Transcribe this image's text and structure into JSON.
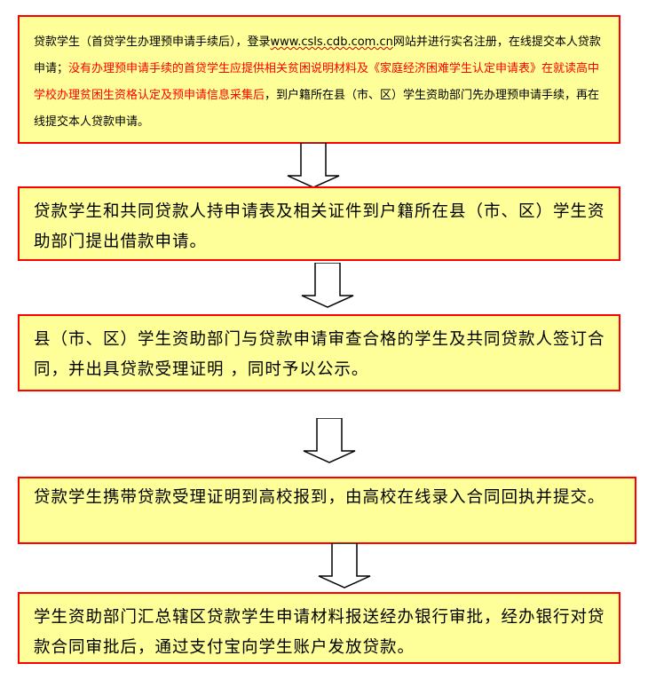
{
  "steps": [
    {
      "text_a": "贷款学生（首贷学生办理预申请手续后），登录",
      "url": "www.csls.cdb.com.cn",
      "text_b": "网站并进行实名注册，在线提交本人贷款申请；",
      "text_red": "没有办理预申请手续的首贷学生应提供相关贫困说明材料及《家庭经济困难学生认定申请表》在就读高中学校办理贫困生资格认定及预申请信息采集后",
      "text_c": "，到户籍所在县（市、区）学生资助部门先办理预申请手续，再在线提交本人贷款申请。"
    },
    {
      "text": "贷款学生和共同贷款人持申请表及相关证件到户籍所在县（市、区）学生资助部门提出借款申请。"
    },
    {
      "text": "县（市、区）学生资助部门与贷款申请审查合格的学生及共同贷款人签订合同，并出具贷款受理证明 ，同时予以公示。"
    },
    {
      "text": "贷款学生携带贷款受理证明到高校报到，由高校在线录入合同回执并提交。"
    },
    {
      "text": "学生资助部门汇总辖区贷款学生申请材料报送经办银行审批，经办银行对贷款合同审批后，通过支付宝向学生账户发放贷款。"
    }
  ],
  "colors": {
    "border": "#ff0000",
    "box_fill": "#ffff99",
    "highlight_text": "#ff0000"
  }
}
